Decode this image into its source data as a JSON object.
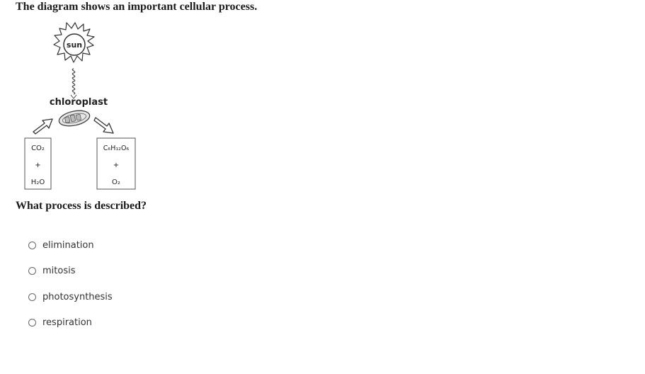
{
  "question": {
    "title": "The diagram shows an important cellular process.",
    "prompt": "What process is described?"
  },
  "diagram": {
    "sun_label": "sun",
    "organelle_label": "chloroplast",
    "reactants": {
      "first": "CO₂",
      "plus": "+",
      "second": "H₂O"
    },
    "products": {
      "first": "C₆H₁₂O₆",
      "plus": "+",
      "second": "O₂"
    }
  },
  "options": [
    {
      "label": "elimination",
      "selected": false
    },
    {
      "label": "mitosis",
      "selected": false
    },
    {
      "label": "photosynthesis",
      "selected": false
    },
    {
      "label": "respiration",
      "selected": false
    }
  ]
}
